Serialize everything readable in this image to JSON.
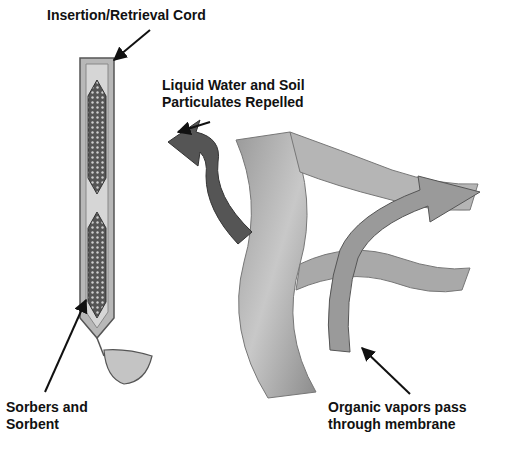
{
  "diagram": {
    "labels": [
      "Insertion/Retrieval Cord",
      "Liquid Water and Soil Particulates Repelled",
      "Sorbers and Sorbent",
      "Organic vapors pass through membrane"
    ]
  }
}
